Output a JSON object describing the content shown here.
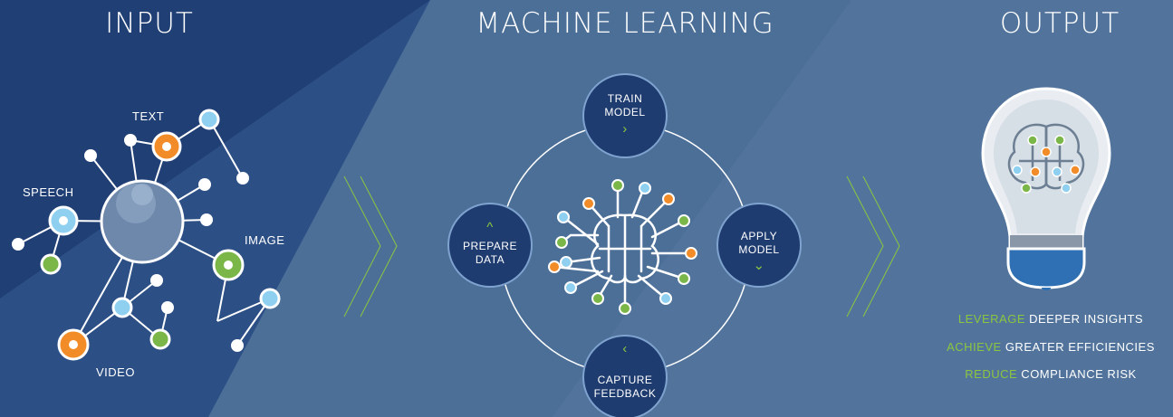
{
  "titles": {
    "input": "INPUT",
    "ml": "MACHINE LEARNING",
    "output": "OUTPUT"
  },
  "input_labels": {
    "text": "TEXT",
    "speech": "SPEECH",
    "image": "IMAGE",
    "video": "VIDEO"
  },
  "cycle": {
    "train": [
      "TRAIN",
      "MODEL"
    ],
    "apply": [
      "APPLY",
      "MODEL"
    ],
    "capture": [
      "CAPTURE",
      "FEEDBACK"
    ],
    "prepare": [
      "PREPARE",
      "DATA"
    ]
  },
  "output_lines": [
    {
      "highlight": "LEVERAGE",
      "rest": " DEEPER INSIGHTS"
    },
    {
      "highlight": "ACHIEVE",
      "rest": " GREATER EFFICIENCIES"
    },
    {
      "highlight": "REDUCE",
      "rest": " COMPLIANCE RISK"
    }
  ],
  "colors": {
    "background": "#4c6f98",
    "dark_blue": "#1f3c70",
    "accent_green": "#8cc63f",
    "accent_orange": "#f28c28",
    "accent_light_blue": "#8fd0f0"
  },
  "icons": [
    "network-hub-icon",
    "brain-circuit-icon",
    "lightbulb-brain-icon",
    "chevron-arrow-icon"
  ]
}
